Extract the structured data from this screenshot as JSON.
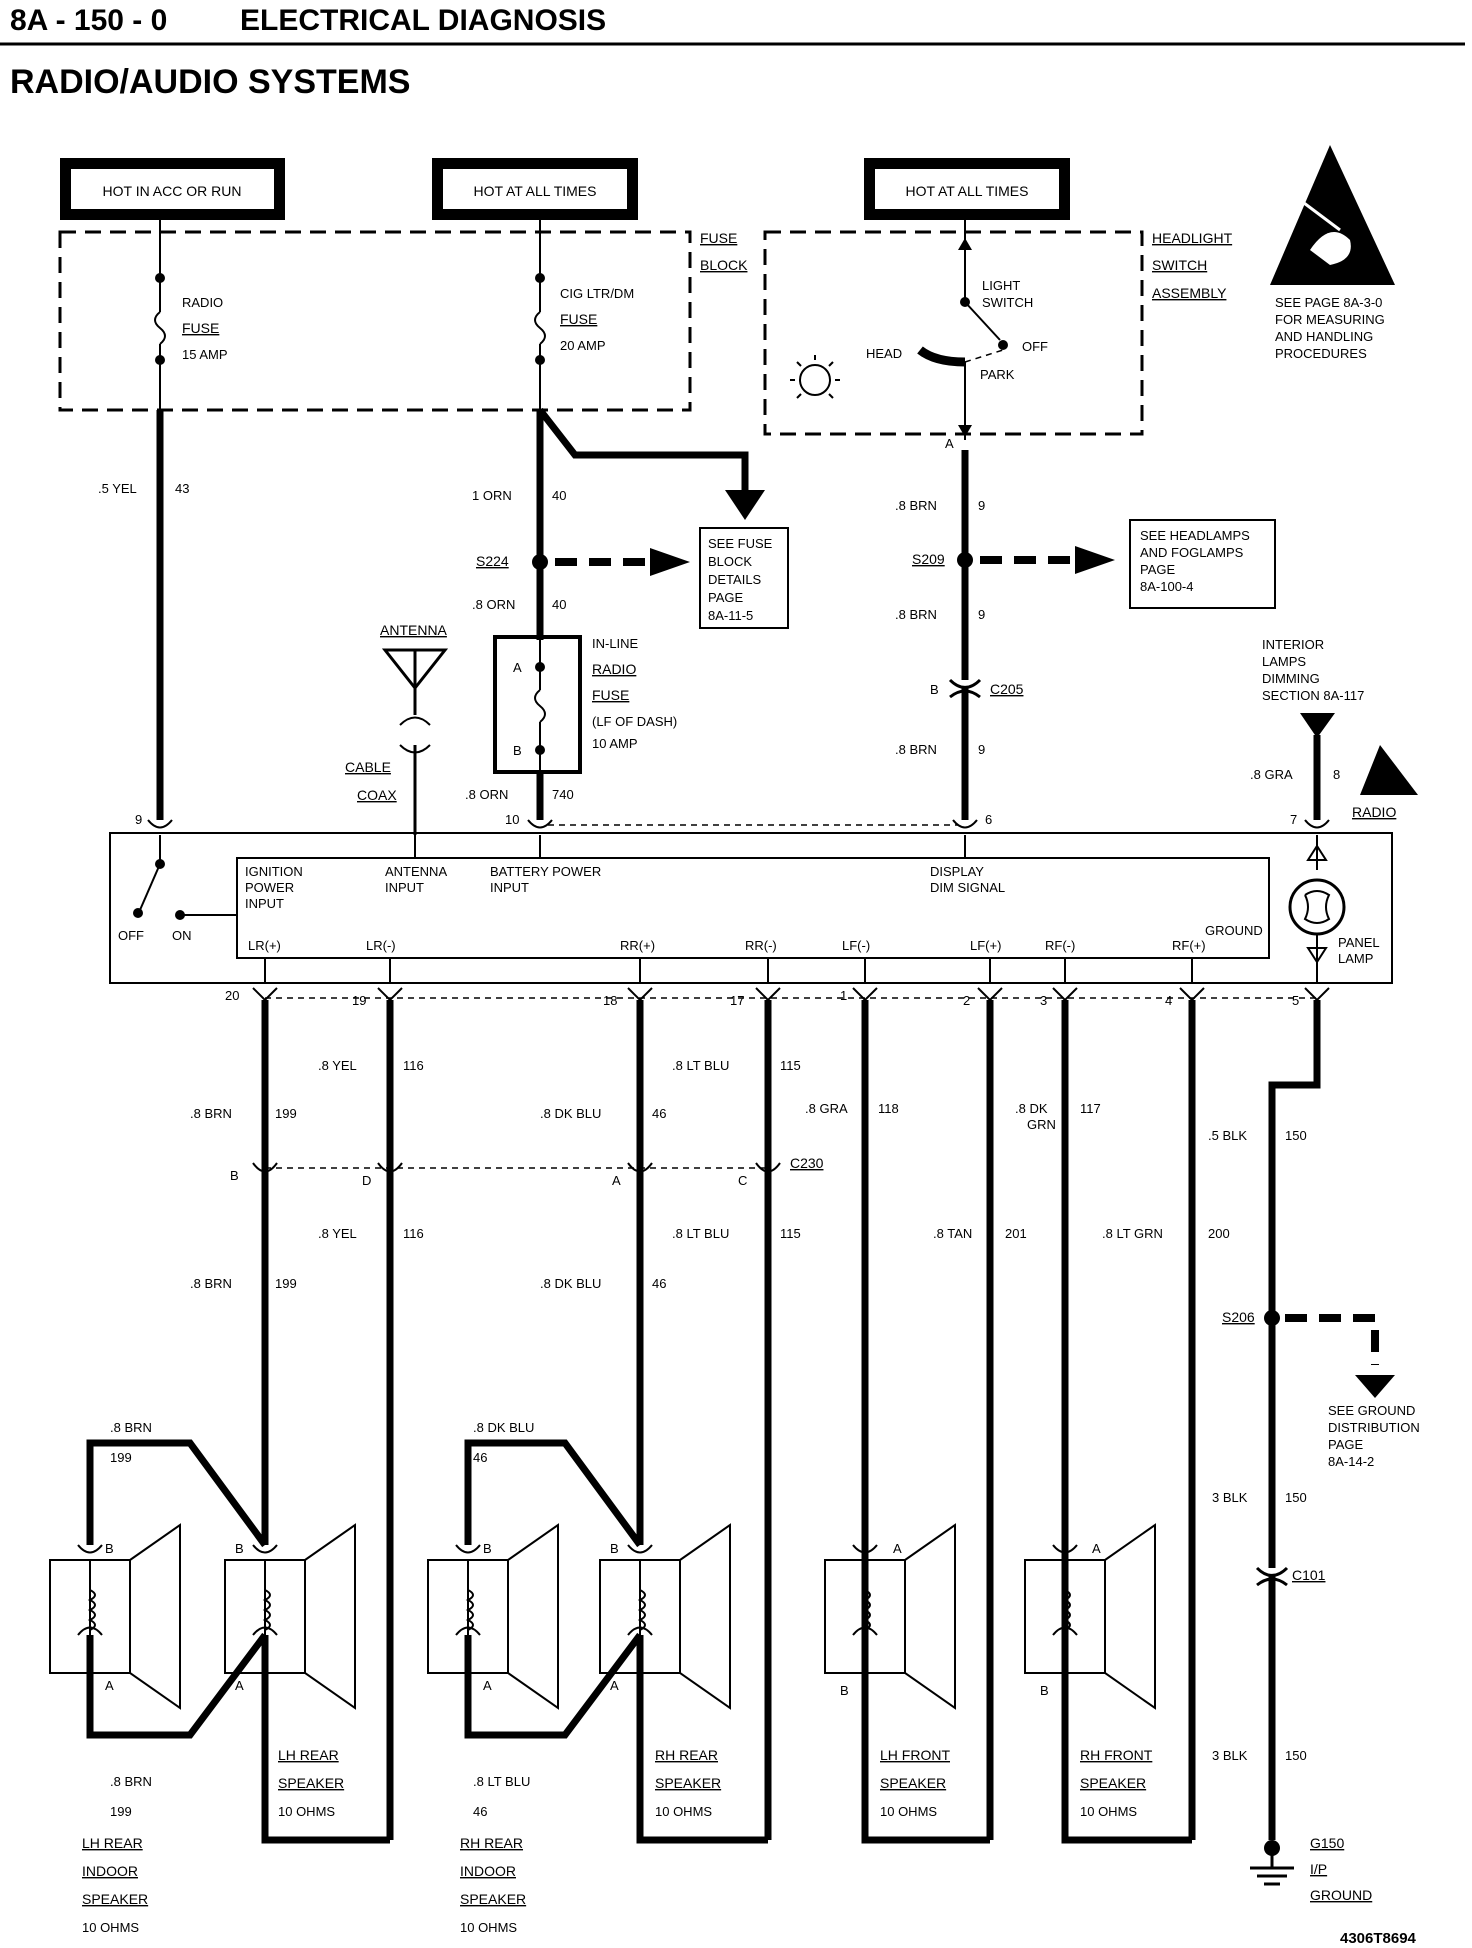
{
  "header": {
    "page_code": "8A - 150 - 0",
    "section": "ELECTRICAL DIAGNOSIS",
    "title": "RADIO/AUDIO SYSTEMS"
  },
  "power_boxes": {
    "acc_run": "HOT IN ACC OR RUN",
    "all_times_1": "HOT AT ALL TIMES",
    "all_times_2": "HOT AT ALL TIMES"
  },
  "fuse_block": {
    "l1": "FUSE",
    "l2": "BLOCK"
  },
  "radio_fuse": {
    "l1": "RADIO",
    "l2": "FUSE",
    "l3": "15 AMP"
  },
  "cig_fuse": {
    "l1": "CIG LTR/DM",
    "l2": "FUSE",
    "l3": "20 AMP"
  },
  "headlight_switch": {
    "l1": "HEADLIGHT",
    "l2": "SWITCH",
    "l3": "ASSEMBLY",
    "light": "LIGHT",
    "switch": "SWITCH",
    "off": "OFF",
    "head": "HEAD",
    "park": "PARK",
    "conn": "A"
  },
  "esd_note": {
    "l1": "SEE PAGE 8A-3-0",
    "l2": "FOR MEASURING",
    "l3": "AND HANDLING",
    "l4": "PROCEDURES"
  },
  "wires": {
    "yel_43": {
      "gauge": ".5 YEL",
      "circuit": "43"
    },
    "orn_40a": {
      "gauge": "1 ORN",
      "circuit": "40"
    },
    "orn_40b": {
      "gauge": ".8 ORN",
      "circuit": "40"
    },
    "orn_740": {
      "gauge": ".8 ORN",
      "circuit": "740"
    },
    "brn_9a": {
      "gauge": ".8 BRN",
      "circuit": "9"
    },
    "brn_9b": {
      "gauge": ".8 BRN",
      "circuit": "9"
    },
    "brn_9c": {
      "gauge": ".8 BRN",
      "circuit": "9"
    },
    "gra_8": {
      "gauge": ".8 GRA",
      "circuit": "8"
    },
    "yel_116a": {
      "gauge": ".8 YEL",
      "circuit": "116"
    },
    "yel_116b": {
      "gauge": ".8 YEL",
      "circuit": "116"
    },
    "brn_199a": {
      "gauge": ".8 BRN",
      "circuit": "199"
    },
    "brn_199b": {
      "gauge": ".8 BRN",
      "circuit": "199"
    },
    "brn_199c": {
      "gauge": ".8 BRN",
      "circuit": "199"
    },
    "brn_199d": {
      "gauge": ".8 BRN",
      "circuit": "199"
    },
    "ltblu_115a": {
      "gauge": ".8 LT BLU",
      "circuit": "115"
    },
    "ltblu_115b": {
      "gauge": ".8 LT BLU",
      "circuit": "115"
    },
    "dkblu_46a": {
      "gauge": ".8 DK BLU",
      "circuit": "46"
    },
    "dkblu_46b": {
      "gauge": ".8 DK BLU",
      "circuit": "46"
    },
    "dkblu_46c": {
      "gauge": ".8 DK BLU",
      "circuit": "46"
    },
    "ltblu_46": {
      "gauge": ".8 LT BLU",
      "circuit": "46"
    },
    "gra_118": {
      "gauge": ".8 GRA",
      "circuit": "118"
    },
    "tan_201": {
      "gauge": ".8 TAN",
      "circuit": "201"
    },
    "dkgrn_117": {
      "gauge1": ".8 DK",
      "gauge2": "GRN",
      "circuit": "117"
    },
    "ltgrn_200": {
      "gauge": ".8 LT GRN",
      "circuit": "200"
    },
    "blk_150a": {
      "gauge": ".5 BLK",
      "circuit": "150"
    },
    "blk_150b": {
      "gauge": "3 BLK",
      "circuit": "150"
    },
    "blk_150c": {
      "gauge": "3 BLK",
      "circuit": "150"
    }
  },
  "splices": {
    "s224": "S224",
    "s209": "S209",
    "s206": "S206"
  },
  "connectors": {
    "c205": "C205",
    "c230": "C230",
    "c101": "C101"
  },
  "see_fuse": {
    "l1": "SEE FUSE",
    "l2": "BLOCK",
    "l3": "DETAILS",
    "l4": "PAGE",
    "l5": "8A-11-5"
  },
  "see_headlamps": {
    "l1": "SEE HEADLAMPS",
    "l2": "AND FOGLAMPS",
    "l3": "PAGE",
    "l4": "8A-100-4"
  },
  "inline_fuse": {
    "l1": "IN-LINE",
    "l2": "RADIO",
    "l3": "FUSE",
    "l4": "(LF OF DASH)",
    "l5": "10 AMP",
    "pa": "A",
    "pb": "B"
  },
  "antenna": {
    "name": "ANTENNA",
    "cable": "CABLE",
    "coax": "COAX"
  },
  "interior_lamps": {
    "l1": "INTERIOR",
    "l2": "LAMPS",
    "l3": "DIMMING",
    "l4": "SECTION 8A-117"
  },
  "radio": {
    "name": "RADIO",
    "ign1": "IGNITION",
    "ign2": "POWER",
    "ign3": "INPUT",
    "ant1": "ANTENNA",
    "ant2": "INPUT",
    "bat1": "BATTERY POWER",
    "bat2": "INPUT",
    "disp1": "DISPLAY",
    "disp2": "DIM SIGNAL",
    "ground": "GROUND",
    "panel1": "PANEL",
    "panel2": "LAMP",
    "off": "OFF",
    "on": "ON",
    "outputs": [
      "LR(+)",
      "LR(-)",
      "RR(+)",
      "RR(-)",
      "LF(-)",
      "LF(+)",
      "RF(-)",
      "RF(+)"
    ],
    "top_pins": [
      "9",
      "10",
      "6",
      "7"
    ],
    "bottom_pins": [
      "20",
      "19",
      "18",
      "17",
      "1",
      "2",
      "3",
      "4",
      "5"
    ]
  },
  "c230_pins": [
    "B",
    "D",
    "A",
    "C"
  ],
  "speakers": [
    {
      "name": "LH REAR INDOOR SPEAKER",
      "l1": "LH REAR",
      "l2": "INDOOR",
      "l3": "SPEAKER",
      "l4": "10 OHMS",
      "top": "B",
      "bottom": "A"
    },
    {
      "name": "LH REAR SPEAKER",
      "l1": "LH REAR",
      "l2": "SPEAKER",
      "l3": "10 OHMS",
      "top": "B",
      "bottom": "A"
    },
    {
      "name": "RH REAR INDOOR SPEAKER",
      "l1": "RH REAR",
      "l2": "INDOOR",
      "l3": "SPEAKER",
      "l4": "10 OHMS",
      "top": "B",
      "bottom": "A"
    },
    {
      "name": "RH REAR SPEAKER",
      "l1": "RH REAR",
      "l2": "SPEAKER",
      "l3": "10 OHMS",
      "top": "B",
      "bottom": "A"
    },
    {
      "name": "LH FRONT SPEAKER",
      "l1": "LH FRONT",
      "l2": "SPEAKER",
      "l3": "10 OHMS",
      "top": "A",
      "bottom": "B"
    },
    {
      "name": "RH FRONT SPEAKER",
      "l1": "RH FRONT",
      "l2": "SPEAKER",
      "l3": "10 OHMS",
      "top": "A",
      "bottom": "B"
    }
  ],
  "see_ground": {
    "l1": "SEE GROUND",
    "l2": "DISTRIBUTION",
    "l3": "PAGE",
    "l4": "8A-14-2"
  },
  "ground": {
    "g150": "G150",
    "ip": "I/P",
    "gnd": "GROUND"
  },
  "figure_id": "4306T8694"
}
